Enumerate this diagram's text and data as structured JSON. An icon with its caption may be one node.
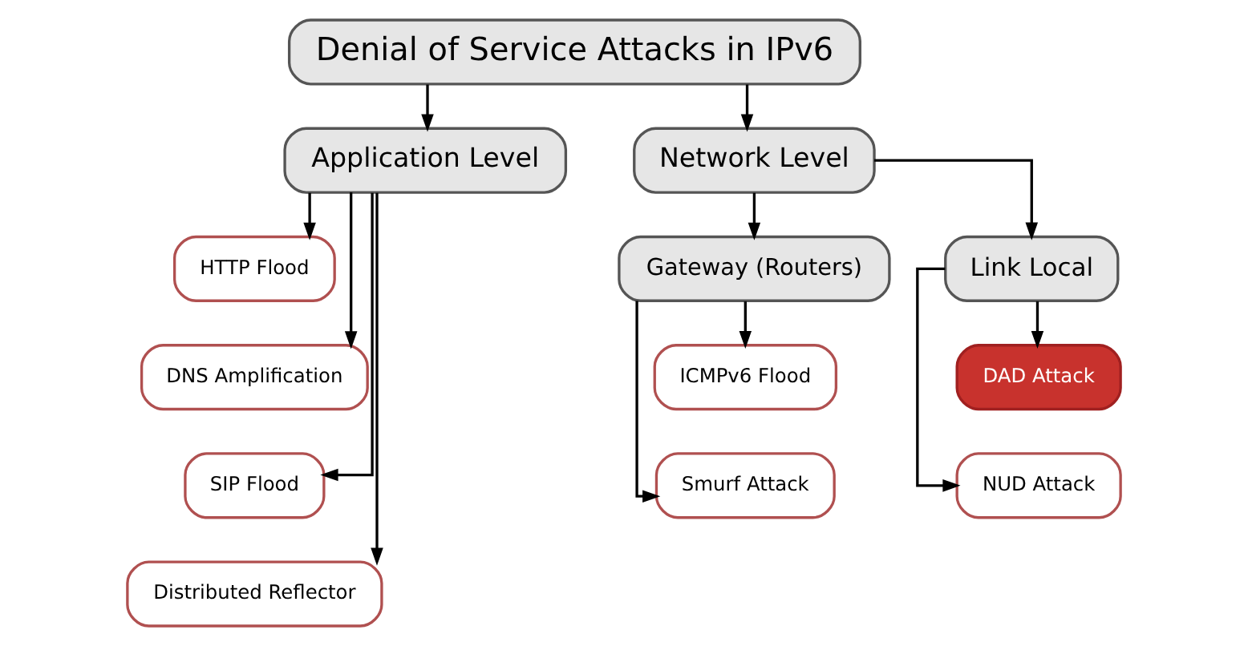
{
  "diagram": {
    "nodes": [
      {
        "text": [
          "Denial of Service Attacks in IPv6"
        ]
      },
      {
        "text": [
          "Application Level"
        ]
      },
      {
        "text": [
          "Network Level"
        ]
      },
      {
        "text": [
          "HTTP Flood"
        ]
      },
      {
        "text": [
          "DNS Amplification"
        ]
      },
      {
        "text": [
          "SIP Flood"
        ]
      },
      {
        "text": [
          "Distributed Reflector"
        ]
      },
      {
        "text": [
          "Gateway (Routers)"
        ]
      },
      {
        "text": [
          "Link Local"
        ]
      },
      {
        "text": [
          "ICMPv6 Flood"
        ]
      },
      {
        "text": [
          "Smurf Attack"
        ]
      },
      {
        "text": [
          "DAD Attack"
        ]
      },
      {
        "text": [
          "NUD Attack"
        ]
      }
    ],
    "edges": [
      {
        "from": 0,
        "to": 1,
        "arrow": "to"
      },
      {
        "from": 0,
        "to": 2,
        "arrow": "to"
      },
      {
        "from": 1,
        "to": 3,
        "arrow": "to"
      },
      {
        "from": 1,
        "to": 4,
        "arrow": "to"
      },
      {
        "from": 1,
        "to": 5,
        "arrow": "to"
      },
      {
        "from": 1,
        "to": 6,
        "arrow": "to"
      },
      {
        "from": 2,
        "to": 7,
        "arrow": "to"
      },
      {
        "from": 2,
        "to": 8,
        "arrow": "to"
      },
      {
        "from": 7,
        "to": 9,
        "arrow": "to"
      },
      {
        "from": 7,
        "to": 10,
        "arrow": "to"
      },
      {
        "from": 8,
        "to": 11,
        "arrow": "to"
      },
      {
        "from": 8,
        "to": 12,
        "arrow": "to"
      }
    ]
  }
}
